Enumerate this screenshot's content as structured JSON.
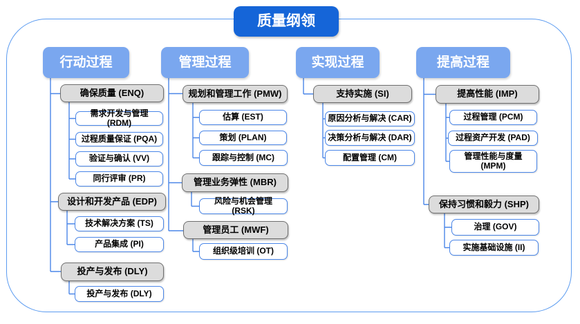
{
  "title": "质量纲领",
  "colors": {
    "title-bg": "#1565d8",
    "header-bg": "#7aa7ef",
    "frame-border": "#5b9bf0",
    "node-border": "#4a86e8",
    "line": "#4a86e8",
    "gray-fill": "#dcdcdc",
    "gray-border": "#6e6e6e"
  },
  "columns": [
    {
      "header": "行动过程",
      "groups": [
        {
          "label": "确保质量 (ENQ)",
          "children": [
            "需求开发与管理 (RDM)",
            "过程质量保证 (PQA)",
            "验证与确认 (VV)",
            "同行评审 (PR)"
          ]
        },
        {
          "label": "设计和开发产品 (EDP)",
          "children": [
            "技术解决方案 (TS)",
            "产品集成 (PI)"
          ]
        },
        {
          "label": "投产与发布 (DLY)",
          "children": [
            "投产与发布 (DLY)"
          ]
        }
      ]
    },
    {
      "header": "管理过程",
      "groups": [
        {
          "label": "规划和管理工作 (PMW)",
          "children": [
            "估算 (EST)",
            "策划 (PLAN)",
            "跟踪与控制 (MC)"
          ]
        },
        {
          "label": "管理业务弹性 (MBR)",
          "children": [
            "风险与机会管理 (RSK)"
          ]
        },
        {
          "label": "管理员工 (MWF)",
          "children": [
            "组织级培训 (OT)"
          ]
        }
      ]
    },
    {
      "header": "实现过程",
      "groups": [
        {
          "label": "支持实施 (SI)",
          "children": [
            "原因分析与解决 (CAR)",
            "决策分析与解决 (DAR)",
            "配置管理 (CM)"
          ]
        }
      ]
    },
    {
      "header": "提高过程",
      "groups": [
        {
          "label": "提高性能 (IMP)",
          "children": [
            "过程管理 (PCM)",
            "过程资产开发 (PAD)",
            "管理性能与度量 (MPM)"
          ]
        },
        {
          "label": "保持习惯和毅力 (SHP)",
          "children": [
            "治理 (GOV)",
            "实施基础设施 (II)"
          ]
        }
      ]
    }
  ]
}
